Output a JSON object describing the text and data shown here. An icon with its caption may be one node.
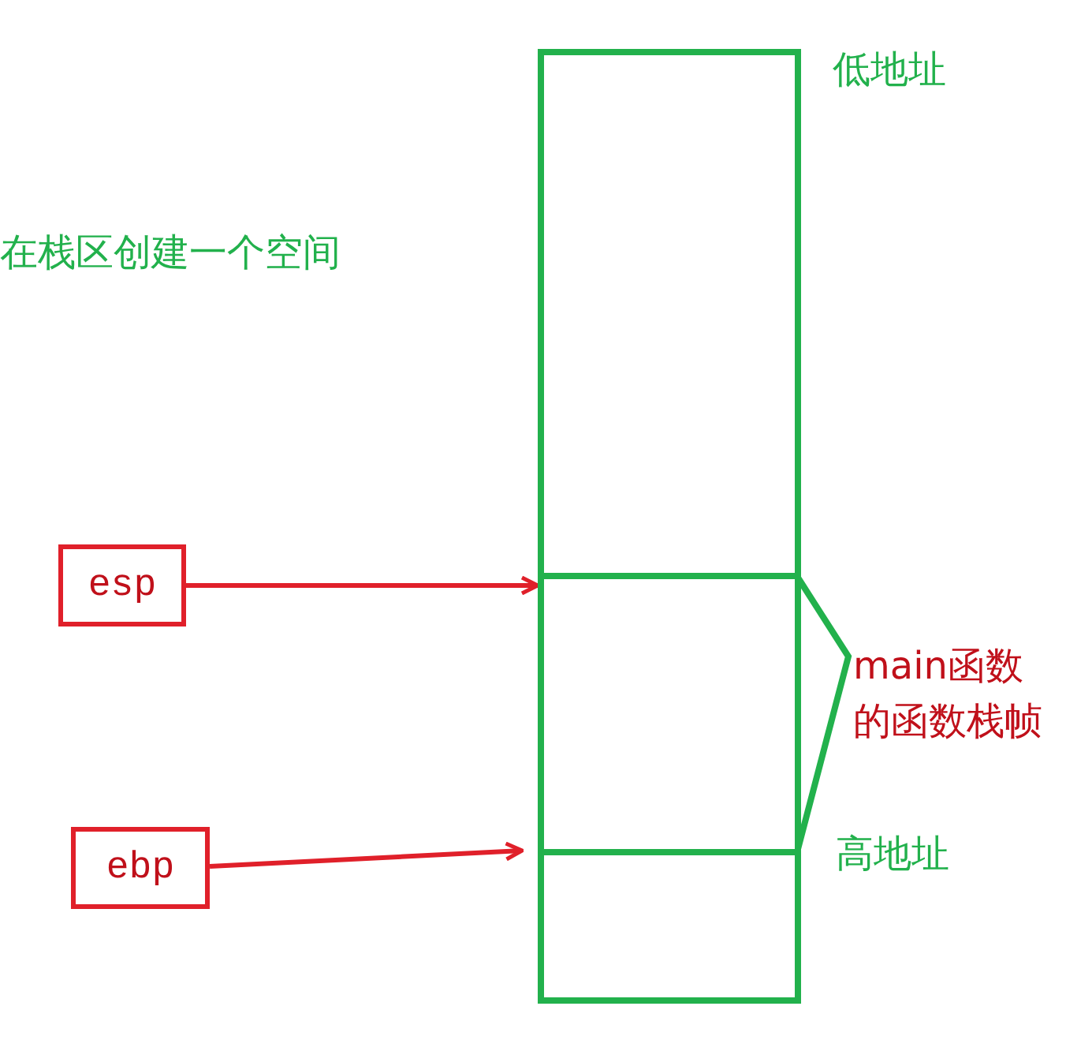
{
  "diagram": {
    "nodes": [
      {
        "text": [
          "esp"
        ]
      },
      {
        "text": [
          "ebp"
        ]
      },
      {
        "text": [],
        "shape": "box"
      },
      {
        "text": [],
        "shape": "box"
      },
      {
        "text": [],
        "shape": "box"
      }
    ],
    "edges": [
      {
        "from": 0,
        "to": 3,
        "arrow": "to"
      },
      {
        "from": 1,
        "to": 3,
        "arrow": "to"
      }
    ],
    "labels": [
      "低地址",
      "在栈区创建一个空间",
      "main函数的函数栈帧",
      "高地址"
    ]
  }
}
